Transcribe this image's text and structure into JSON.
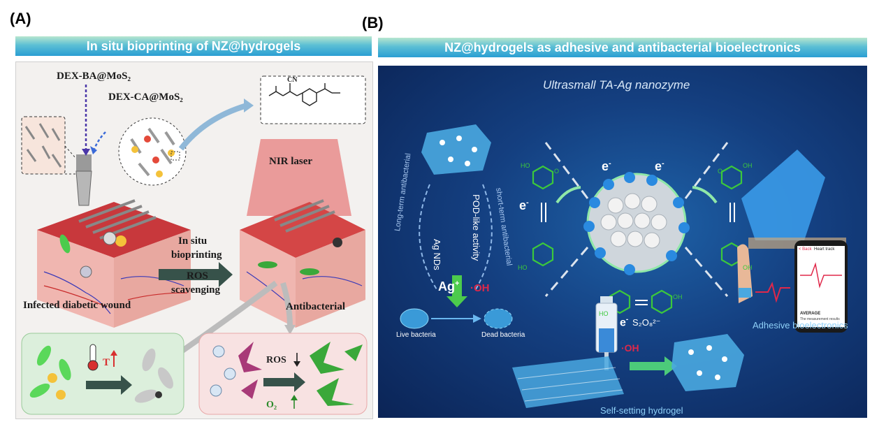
{
  "panel_a": {
    "letter": "(A)",
    "banner": "In situ bioprinting of NZ@hydrogels",
    "ink_1": "DEX-BA@MoS₂",
    "ink_2": "DEX-CA@MoS₂",
    "cn_group": "CN",
    "nir": "NIR laser",
    "step_line1": "In situ",
    "step_line2": "bioprinting",
    "wound": "Infected diabetic wound",
    "ros_line1": "ROS",
    "ros_line2": "scavenging",
    "antibacterial": "Antibacterial",
    "temp": "T",
    "ros_down": "ROS",
    "o2": "O₂"
  },
  "panel_b": {
    "letter": "(B)",
    "banner": "NZ@hydrogels as adhesive and antibacterial bioelectronics",
    "title": "Ultrasmall TA-Ag nanozyme",
    "long_term": "Long-term antibacterial",
    "ag_nds": "Ag NDs",
    "pod": "POD-like activity",
    "short_term": "short-term antibacterial",
    "ag": "Ag",
    "ag_sup": "+",
    "oh": "·OH",
    "live": "Live bacteria",
    "dead": "Dead bacteria",
    "electron": "e",
    "electron_sup": "-",
    "s2o8": "S₂O₈²⁻",
    "oh2": "·OH",
    "self_setting": "Self-setting hydrogel",
    "adhesive": "Adhesive bioelectronics",
    "phone_back": "< Back",
    "phone_title": "Heart track",
    "phone_avg": "AVERAGE",
    "phone_note": "The measurement results",
    "ho": "HO",
    "oh_group": "OH",
    "o": "O"
  },
  "colors": {
    "banner_top": "#b7e6cf",
    "banner_bottom": "#2a9ed3",
    "wound_red": "#c8383c",
    "hydrogel_blue": "#4aa8e0",
    "phenol_green": "#3cc83c",
    "oh_red": "#e0284a"
  }
}
